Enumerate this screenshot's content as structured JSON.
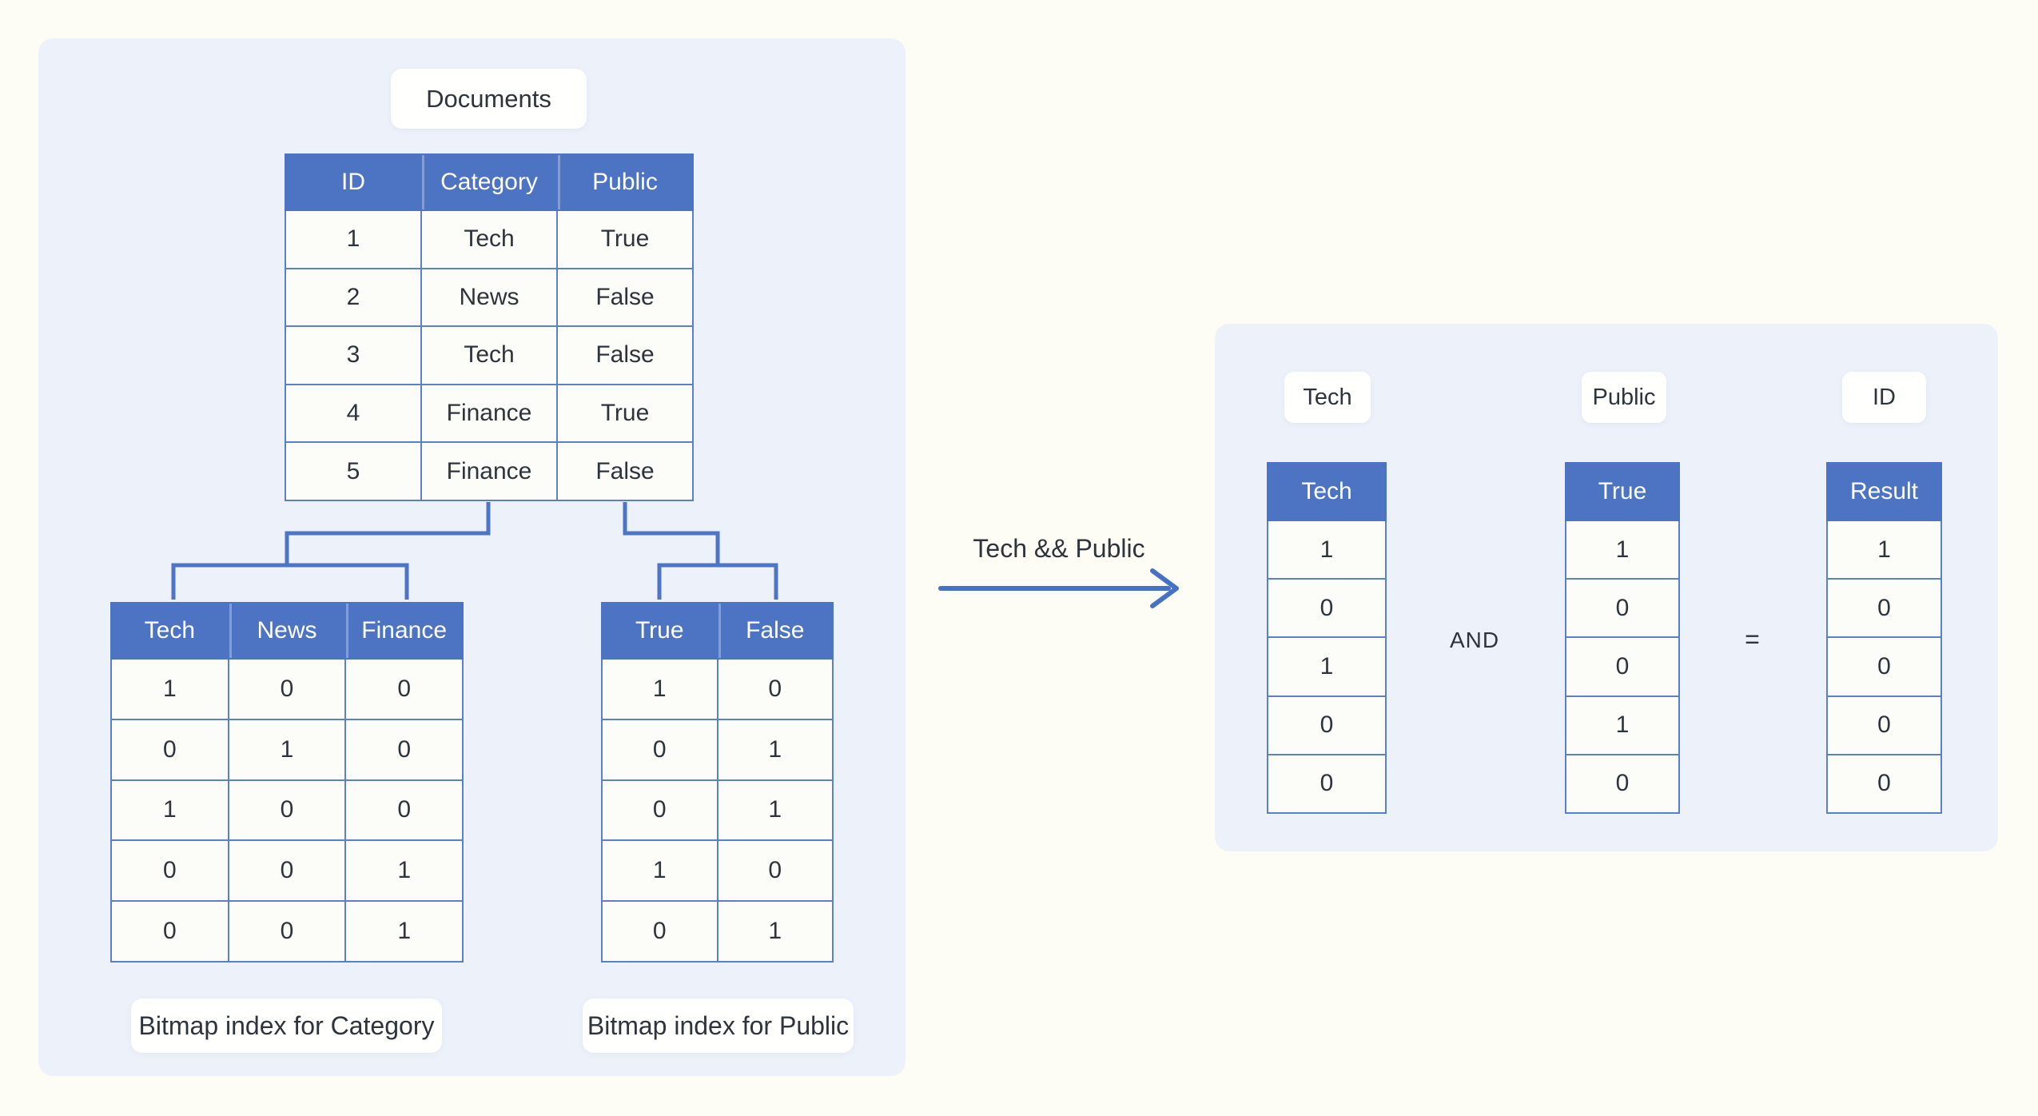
{
  "colors": {
    "page_background": "#fdfcf5",
    "panel_background": "#edf1fa",
    "table_header_blue": "#4d74c2",
    "table_border_blue": "#5b80c8",
    "connector_blue": "#4e74c4",
    "arrow_blue": "#4472c4",
    "text_ink": "#2e343c"
  },
  "left_panel": {
    "documents_label": "Documents",
    "documents_table": {
      "header": [
        "ID",
        "Category",
        "Public"
      ],
      "rows": [
        [
          "1",
          "Tech",
          "True"
        ],
        [
          "2",
          "News",
          "False"
        ],
        [
          "3",
          "Tech",
          "False"
        ],
        [
          "4",
          "Finance",
          "True"
        ],
        [
          "5",
          "Finance",
          "False"
        ]
      ]
    },
    "category_bitmap_table": {
      "header": [
        "Tech",
        "News",
        "Finance"
      ],
      "rows": [
        [
          "1",
          "0",
          "0"
        ],
        [
          "0",
          "1",
          "0"
        ],
        [
          "1",
          "0",
          "0"
        ],
        [
          "0",
          "0",
          "1"
        ],
        [
          "0",
          "0",
          "1"
        ]
      ]
    },
    "public_bitmap_table": {
      "header": [
        "True",
        "False"
      ],
      "rows": [
        [
          "1",
          "0"
        ],
        [
          "0",
          "1"
        ],
        [
          "0",
          "1"
        ],
        [
          "1",
          "0"
        ],
        [
          "0",
          "1"
        ]
      ]
    },
    "category_bitmap_label": "Bitmap index for Category",
    "public_bitmap_label": "Bitmap index for Public"
  },
  "arrow": {
    "label": "Tech && Public"
  },
  "right_panel": {
    "tech_chip_label": "Tech",
    "public_chip_label": "Public",
    "id_chip_label": "ID",
    "tech_column_table": {
      "header": [
        "Tech"
      ],
      "rows": [
        [
          "1"
        ],
        [
          "0"
        ],
        [
          "1"
        ],
        [
          "0"
        ],
        [
          "0"
        ]
      ]
    },
    "public_column_table": {
      "header": [
        "True"
      ],
      "rows": [
        [
          "1"
        ],
        [
          "0"
        ],
        [
          "0"
        ],
        [
          "1"
        ],
        [
          "0"
        ]
      ]
    },
    "result_column_table": {
      "header": [
        "Result"
      ],
      "rows": [
        [
          "1"
        ],
        [
          "0"
        ],
        [
          "0"
        ],
        [
          "0"
        ],
        [
          "0"
        ]
      ]
    },
    "and_operator": "AND",
    "equals_operator": "="
  }
}
